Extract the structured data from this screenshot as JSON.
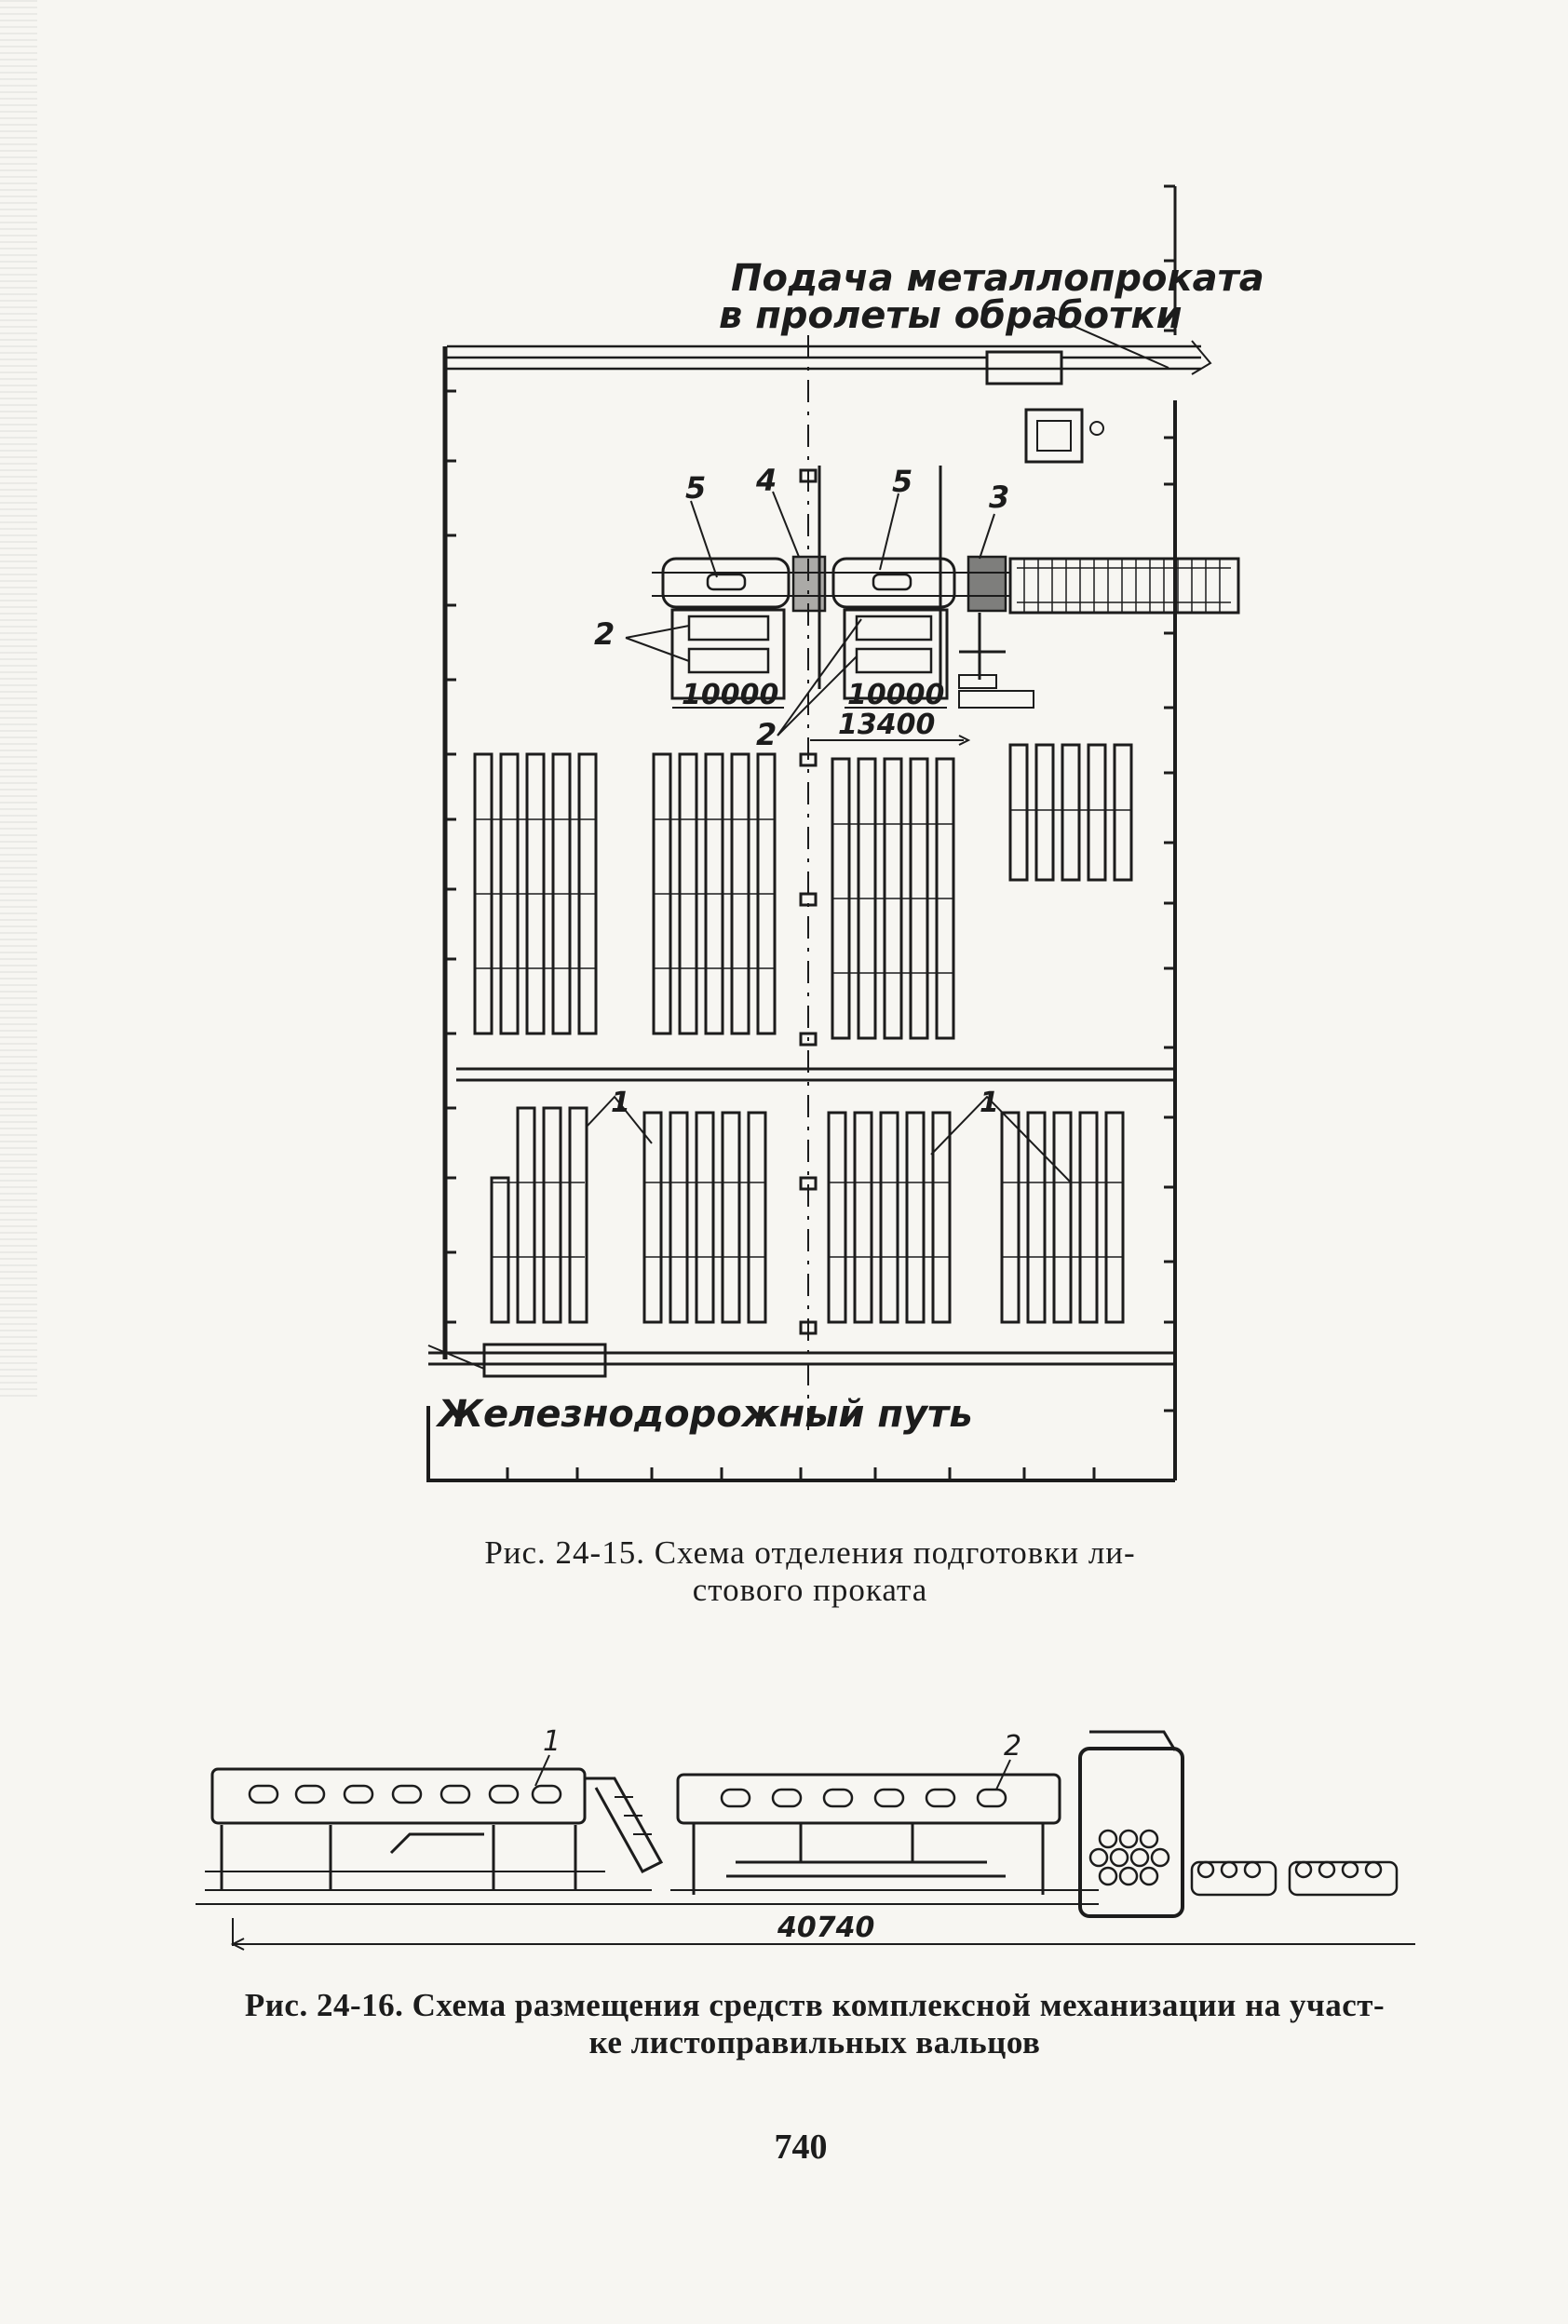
{
  "figure1": {
    "top_label_line1": "Подача металлопроката",
    "top_label_line2": "в пролеты обработки",
    "railway_label": "Железнодорожный путь",
    "callouts": {
      "c1a": "1",
      "c1b": "1",
      "c2a": "2",
      "c2b": "2",
      "c3": "3",
      "c4": "4",
      "c5a": "5",
      "c5b": "5"
    },
    "dim_10000_left": "10000",
    "dim_10000_right": "10000",
    "dim_13400": "13400",
    "caption_line1": "Рис. 24-15. Схема отделения подготовки ли-",
    "caption_line2": "стового проката"
  },
  "figure2": {
    "callouts": {
      "c1": "1",
      "c2": "2"
    },
    "dim_total": "40740",
    "caption_line1": "Рис. 24-16. Схема размещения средств комплексной механизации на участ-",
    "caption_line2": "ке листоправильных вальцов"
  },
  "page_number": "740"
}
